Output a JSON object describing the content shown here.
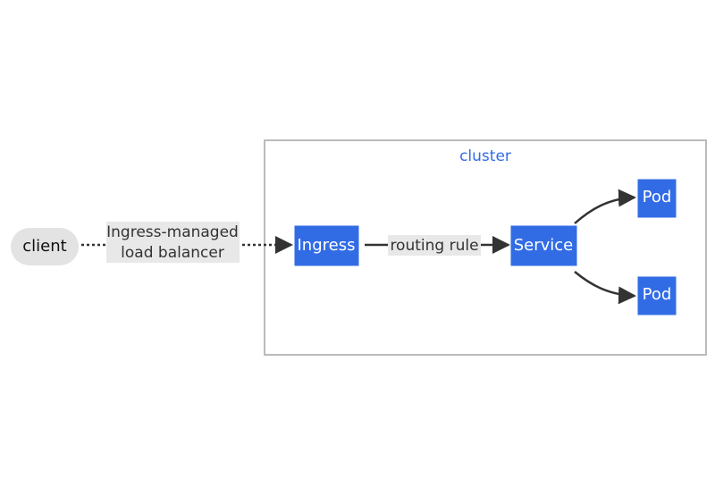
{
  "diagram": {
    "cluster_label": "cluster",
    "nodes": {
      "client": "client",
      "ingress": "Ingress",
      "service": "Service",
      "pod1": "Pod",
      "pod2": "Pod"
    },
    "edges": {
      "client_to_ingress_line1": "Ingress-managed",
      "client_to_ingress_line2": "load balancer",
      "ingress_to_service": "routing rule"
    }
  },
  "colors": {
    "node_fill": "#326ce5",
    "client_fill": "#e3e3e3",
    "cluster_border": "#bbbbbb",
    "label_bg": "#e8e8e8",
    "edge": "#333333"
  }
}
